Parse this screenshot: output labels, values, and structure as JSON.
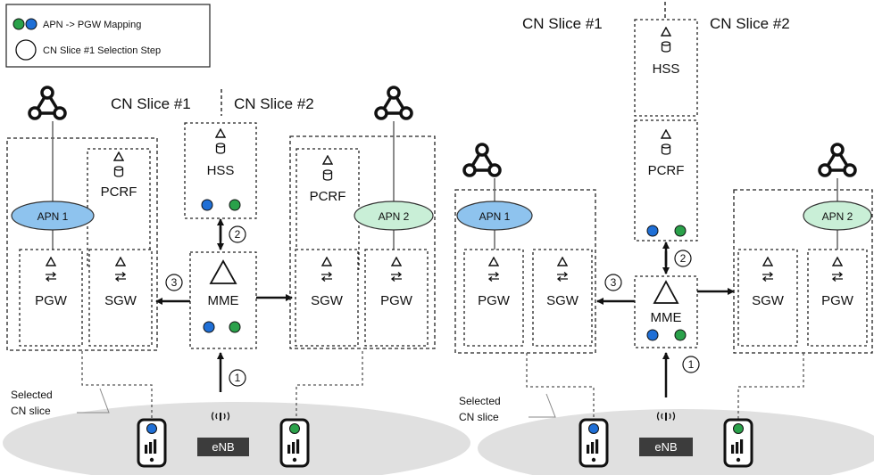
{
  "legend": {
    "apn_mapping": "APN -> PGW Mapping",
    "selection_step": "CN Slice #1 Selection Step"
  },
  "labels": {
    "slice1": "CN Slice #1",
    "slice2": "CN Slice  #2",
    "apn1": "APN 1",
    "apn2": "APN 2",
    "pcrf": "PCRF",
    "hss": "HSS",
    "pgw": "PGW",
    "sgw": "SGW",
    "mme": "MME",
    "enb": "eNB",
    "selected_line1": "Selected",
    "selected_line2": "CN slice",
    "step1": "1",
    "step2": "2",
    "step3": "3"
  },
  "colors": {
    "blue": "#1f6fd6",
    "green": "#2aa14a",
    "apn1_fill": "#8ec3ee",
    "apn2_fill": "#c9efd7",
    "ground": "#e0e0e0",
    "enb_fill": "#3c3c3c"
  },
  "icons": {
    "network": "network-triangle-icon",
    "triangle": "triangle-icon",
    "database": "database-icon",
    "swap": "swap-arrows-icon",
    "antenna": "antenna-icon",
    "phone": "mobile-phone-icon"
  }
}
